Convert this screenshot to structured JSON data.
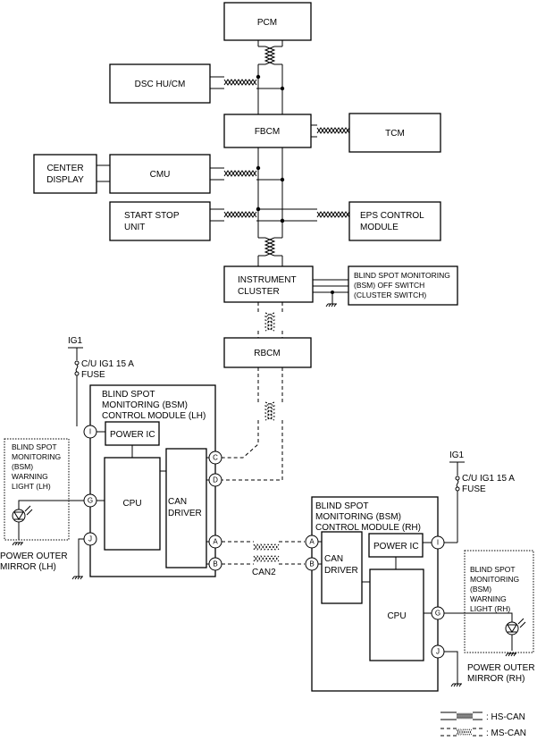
{
  "modules": {
    "pcm": "PCM",
    "dsc": "DSC HU/CM",
    "fbcm": "FBCM",
    "tcm": "TCM",
    "center_display": [
      "CENTER",
      "DISPLAY"
    ],
    "cmu": "CMU",
    "start_stop": [
      "START STOP",
      "UNIT"
    ],
    "eps": [
      "EPS CONTROL",
      "MODULE"
    ],
    "instrument_cluster": [
      "INSTRUMENT",
      "CLUSTER"
    ],
    "bsm_off_switch": [
      "BLIND SPOT MONITORING",
      "(BSM) OFF SWITCH",
      "(CLUSTER SWITCH)"
    ],
    "rbcm": "RBCM"
  },
  "left": {
    "ig1": "IG1",
    "fuse": [
      "C/U IG1 15 A",
      "FUSE"
    ],
    "module_title": [
      "BLIND SPOT",
      "MONITORING (BSM)",
      "CONTROL MODULE (LH)"
    ],
    "power_ic": "POWER IC",
    "cpu": "CPU",
    "can_driver": [
      "CAN",
      "DRIVER"
    ],
    "warning_light": [
      "BLIND SPOT",
      "MONITORING",
      "(BSM)",
      "WARNING",
      "LIGHT (LH)"
    ],
    "mirror": [
      "POWER OUTER",
      "MIRROR (LH)"
    ]
  },
  "right": {
    "ig1": "IG1",
    "fuse": [
      "C/U IG1 15 A",
      "FUSE"
    ],
    "module_title": [
      "BLIND SPOT",
      "MONITORING (BSM)",
      "CONTROL MODULE (RH)"
    ],
    "power_ic": "POWER IC",
    "cpu": "CPU",
    "can_driver": [
      "CAN",
      "DRIVER"
    ],
    "warning_light": [
      "BLIND SPOT",
      "MONITORING",
      "(BSM)",
      "WARNING",
      "LIGHT (RH)"
    ],
    "mirror": [
      "POWER OUTER",
      "MIRROR (RH)"
    ]
  },
  "pins": {
    "i": "I",
    "g": "G",
    "j": "J",
    "c": "C",
    "d": "D",
    "a": "A",
    "b": "B"
  },
  "can2": "CAN2",
  "legend": {
    "hs_can": ": HS-CAN",
    "ms_can": ": MS-CAN"
  }
}
